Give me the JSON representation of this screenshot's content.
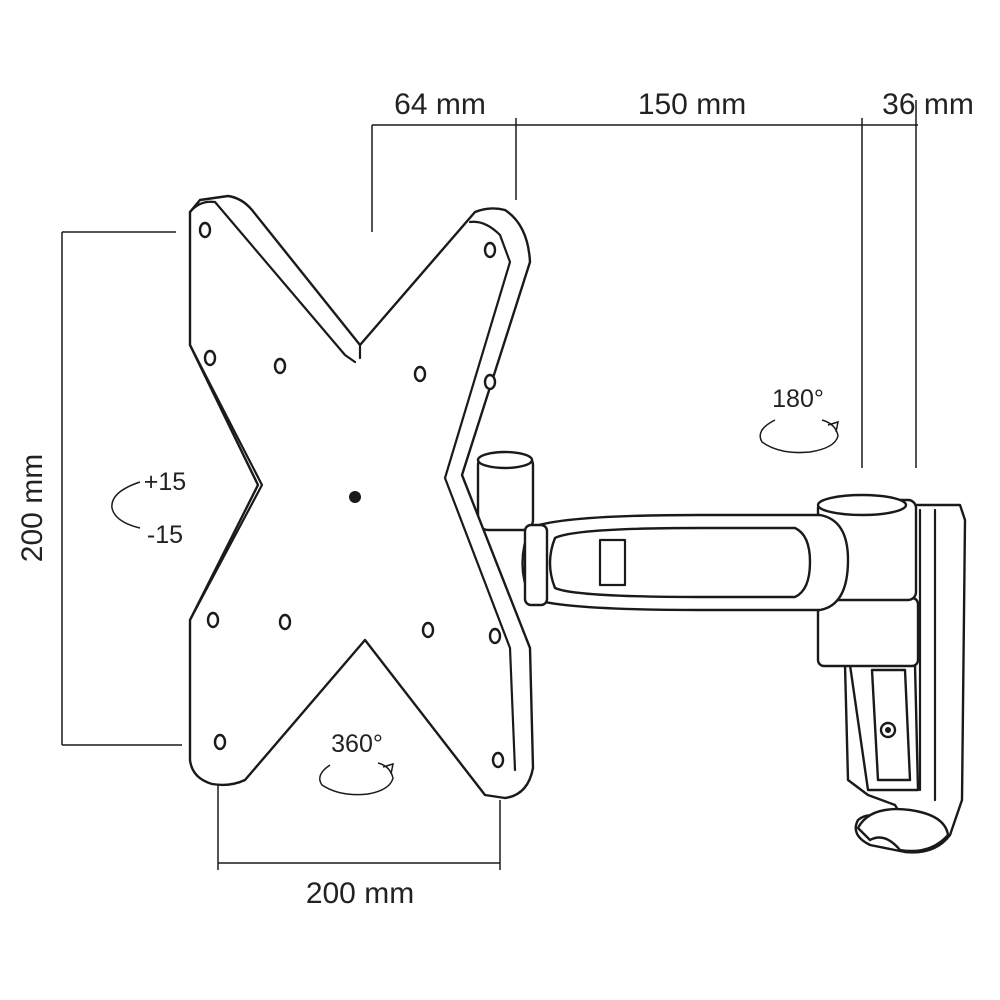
{
  "dimensions": {
    "offset_depth": "64 mm",
    "arm_extension": "150 mm",
    "wall_depth": "36 mm",
    "vesa_height": "200 mm",
    "vesa_width": "200 mm"
  },
  "rotations": {
    "tilt_up": "+15",
    "tilt_down": "-15",
    "swivel": "180°",
    "rotate": "360°"
  }
}
